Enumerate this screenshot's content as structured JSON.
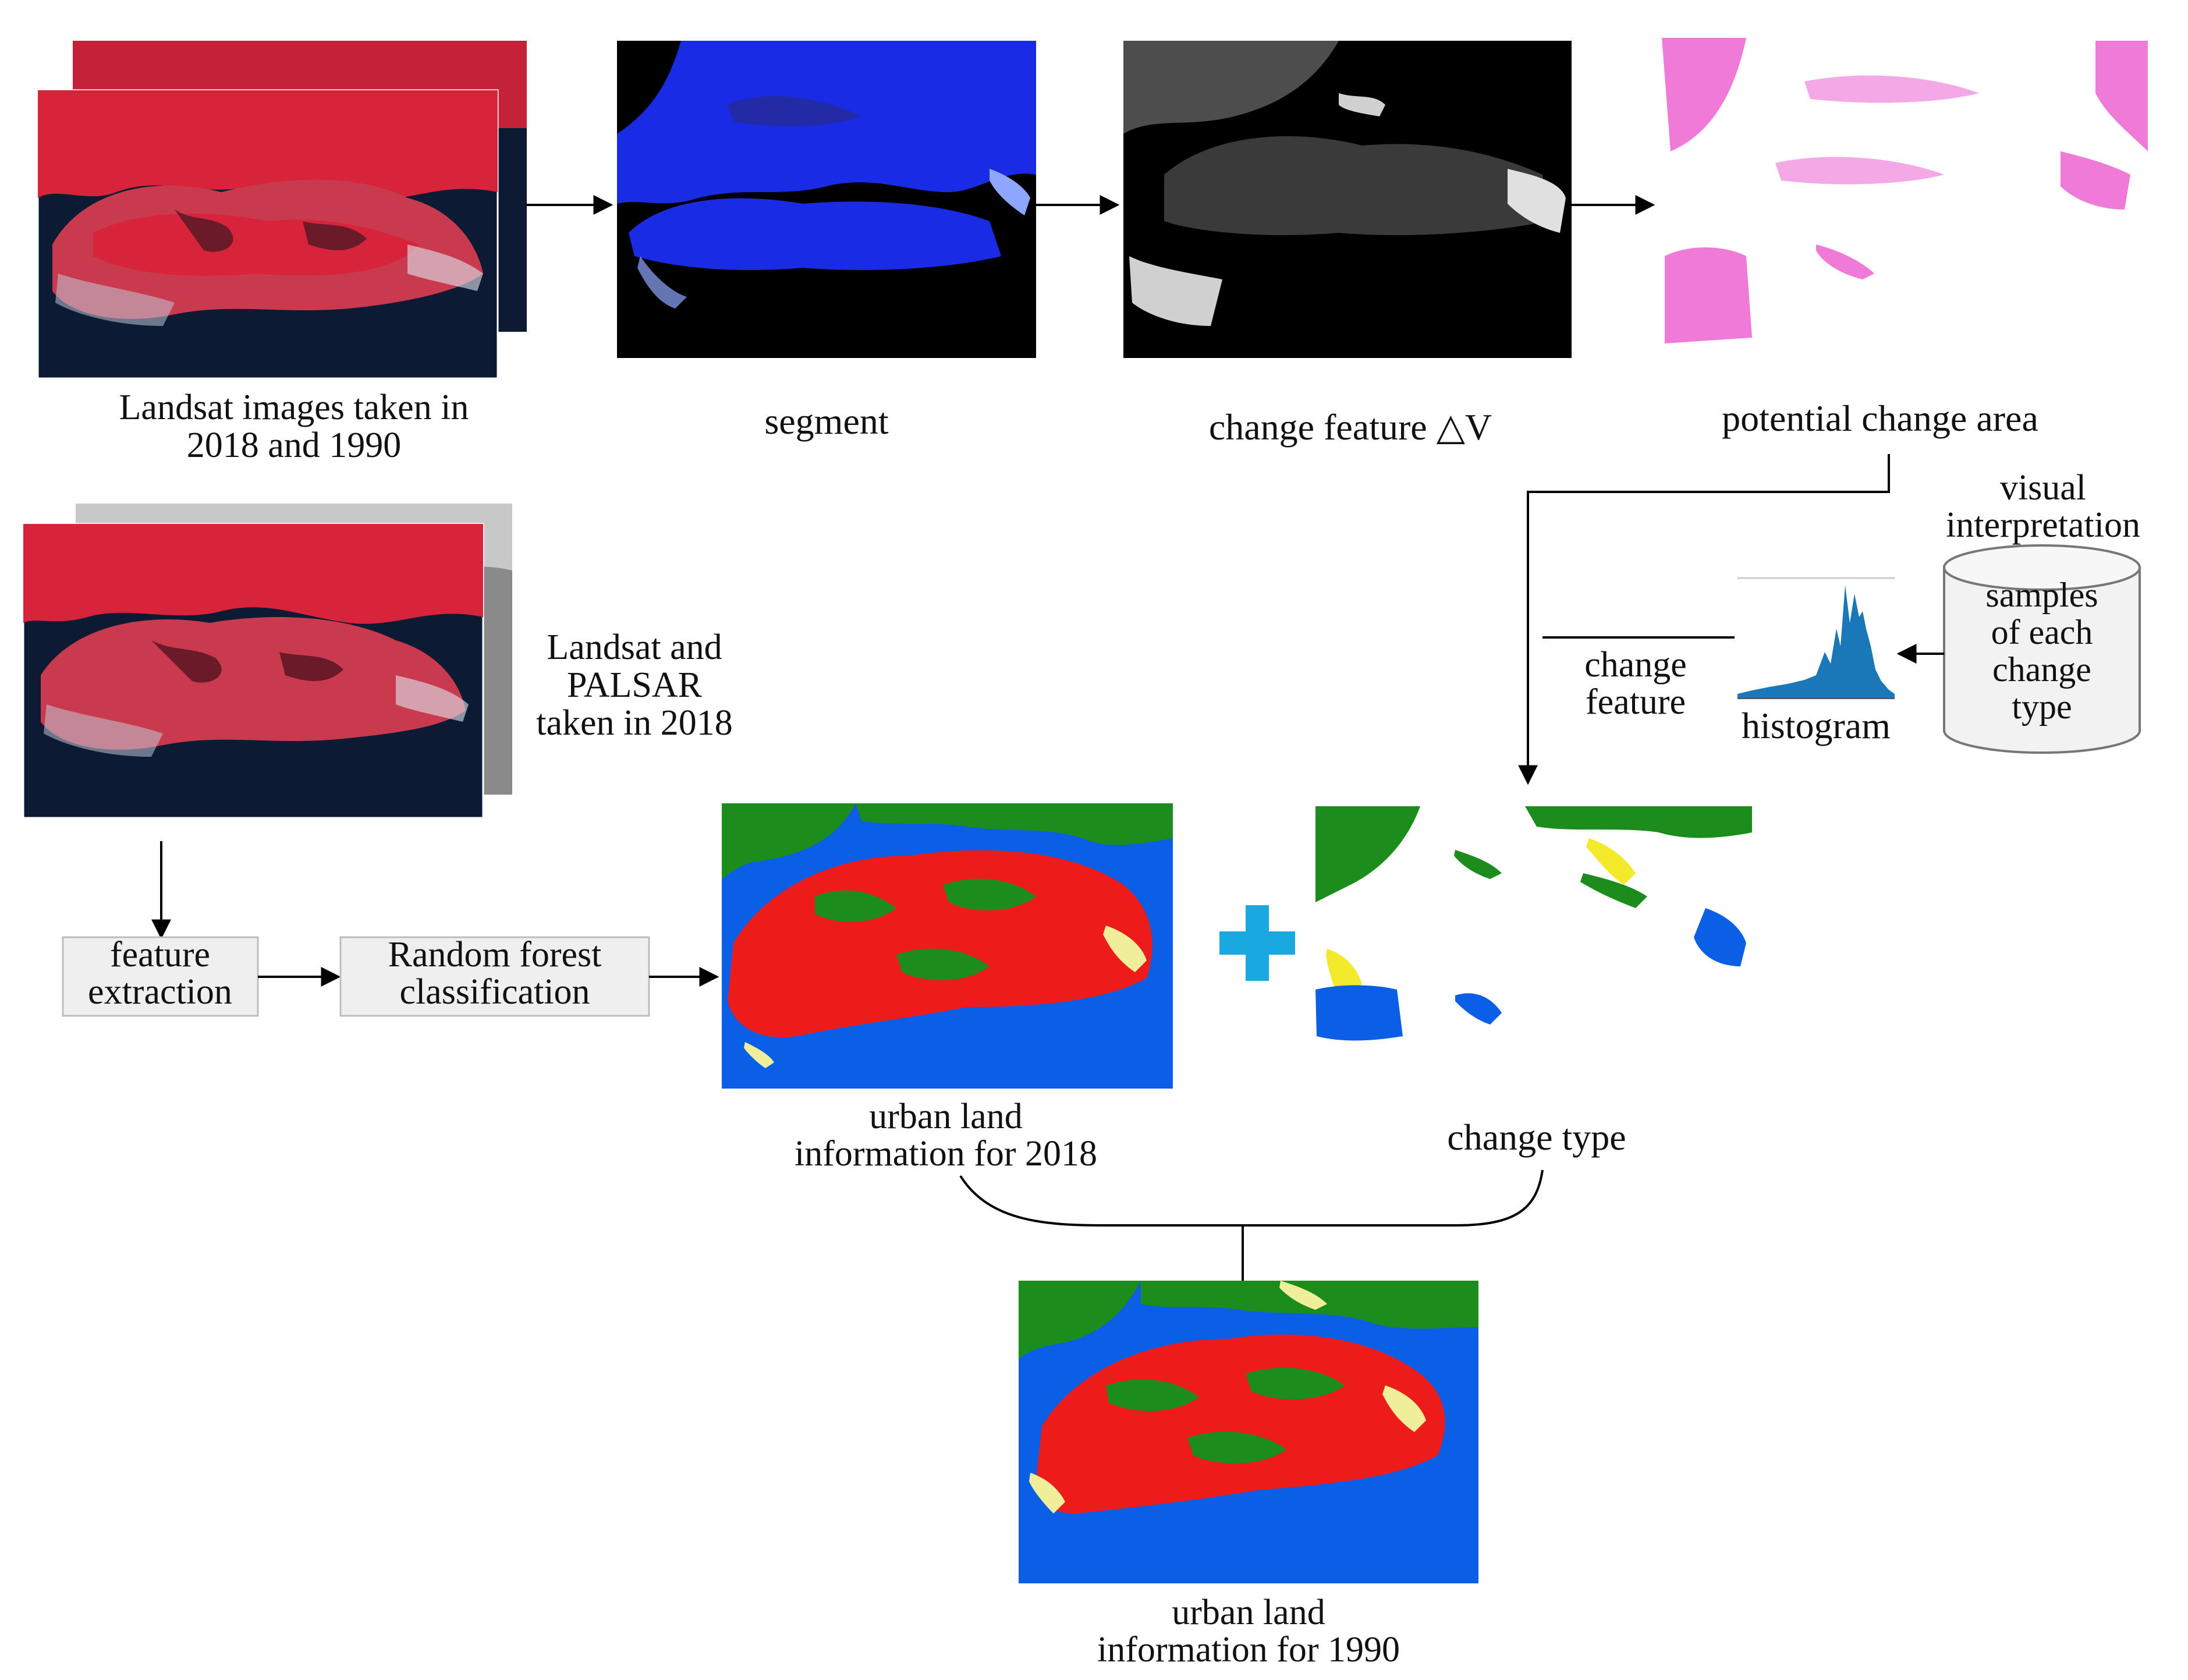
{
  "labels": {
    "landsat_pair": [
      "Landsat images  taken in",
      "2018 and 1990"
    ],
    "segment": "segment",
    "change_feature_dv": "change feature  △V",
    "potential_change_area": "potential change area",
    "landsat_palsar": [
      "Landsat  and",
      "PALSAR",
      "taken in 2018"
    ],
    "visual_interpretation": [
      "visual",
      "interpretation"
    ],
    "samples": [
      "samples",
      "of each",
      "change",
      "type"
    ],
    "histogram": "histogram",
    "change_feature": [
      "change",
      "feature"
    ],
    "feature_extraction": [
      "feature",
      "extraction"
    ],
    "random_forest": [
      "Random  forest",
      "classification"
    ],
    "urban_2018": [
      "urban land",
      "information for 2018"
    ],
    "change_type": "change type",
    "urban_1990": [
      "urban land",
      "information for 1990"
    ]
  },
  "colors": {
    "false_color_land": "#e0283c",
    "water_dark": "#0d1a33",
    "segment_blue": "#1a2be6",
    "class_water": "#0a5fe6",
    "class_urban": "#ee1b1b",
    "class_vegetation": "#1c8c1c",
    "class_bare": "#f0ee9a",
    "potential_change": "#f07ad8",
    "histogram_fill": "#1a78b8",
    "plus": "#1aa8e0",
    "box_fill": "#efefef"
  },
  "icons": {
    "plus": "plus-icon",
    "database": "database-cylinder-icon"
  }
}
